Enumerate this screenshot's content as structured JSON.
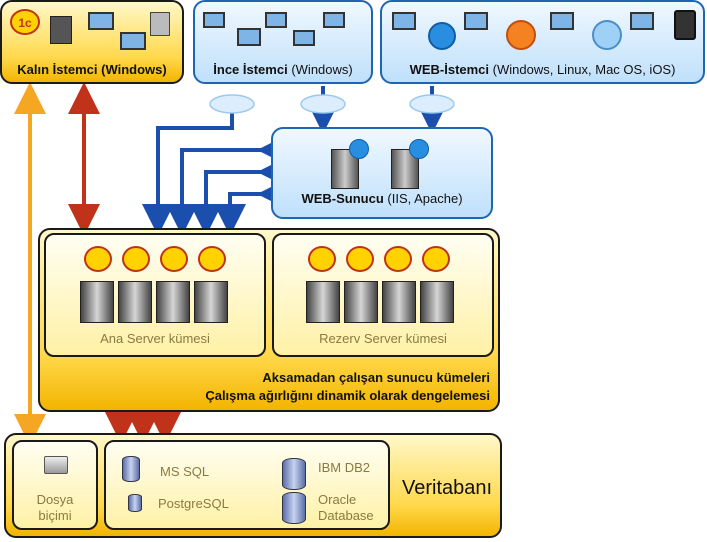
{
  "thick_client": {
    "name": "Kalın İstemci",
    "os": "(Windows)"
  },
  "thin_client": {
    "name": "İnce İstemci",
    "os": "(Windows)"
  },
  "web_client": {
    "name": "WEB-İstemci",
    "os": "(Windows, Linux, Mac OS, iOS)"
  },
  "web_server": {
    "name": "WEB-Sunucu",
    "servers": "(IIS, Apache)"
  },
  "main_cluster": {
    "label": "Ana  Server kümesi"
  },
  "reserve_cluster": {
    "label": "Rezerv  Server kümesi"
  },
  "cluster_caption": {
    "line1": "Aksamadan  çalışan sunucu kümeleri",
    "line2": "Çalışma ağırlığını dinamik olarak dengelemesi"
  },
  "file_mode": {
    "line1": "Dosya",
    "line2": "biçimi"
  },
  "databases": {
    "msql": "MS SQL",
    "pg": "PostgreSQL",
    "db2": "IBM DB2",
    "oracle1": "Oracle",
    "oracle2": "Database"
  },
  "db_title": "Veritabanı",
  "logo_text": "1c",
  "colors": {
    "arrow_red": "#c0321a",
    "arrow_blue": "#1a4fae",
    "arrow_orange": "#f5a623"
  }
}
